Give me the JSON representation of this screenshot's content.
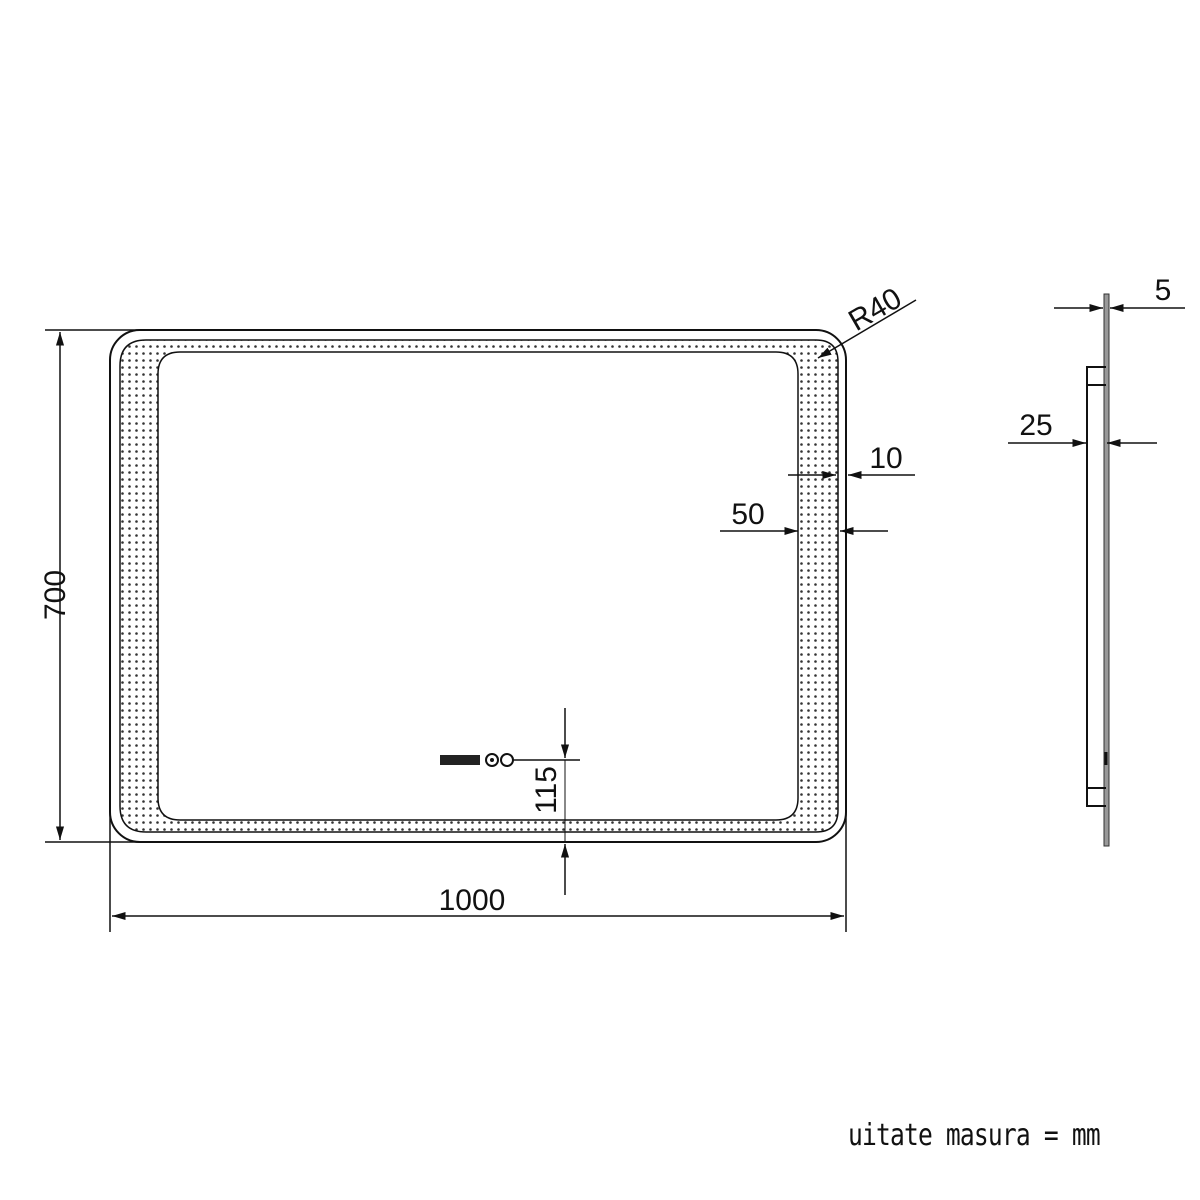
{
  "drawing": {
    "front_view": {
      "width_label": "1000",
      "height_label": "700",
      "corner_radius_label": "R40",
      "led_strip_width_label": "50",
      "edge_gap_label": "10",
      "control_offset_label": "115",
      "control_panel": "touch-sensor-display"
    },
    "side_view": {
      "glass_thickness_label": "5",
      "depth_label": "25"
    },
    "unit_note": "uitate masura = mm"
  },
  "colors": {
    "line": "#111111",
    "dots": "#333333",
    "background": "#ffffff"
  }
}
